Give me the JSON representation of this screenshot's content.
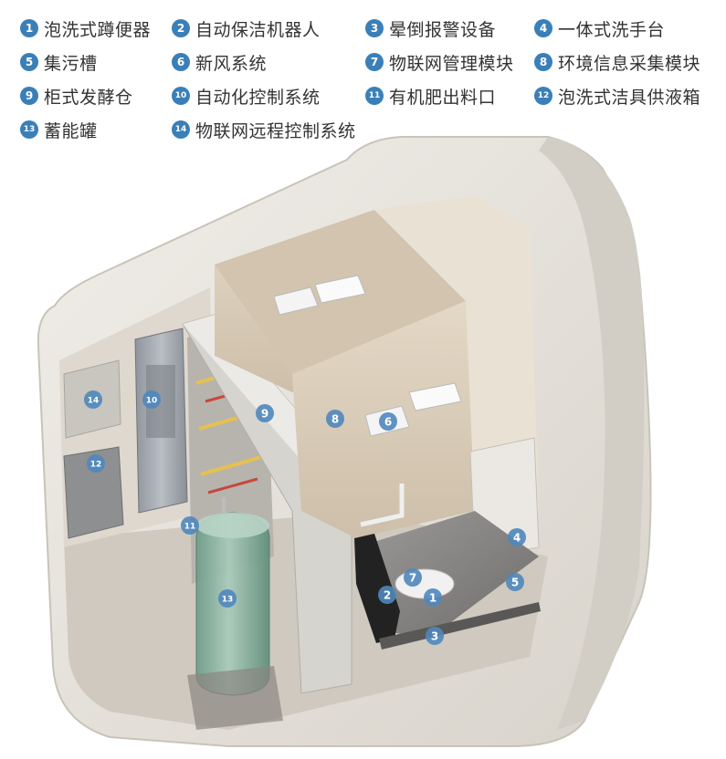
{
  "legend": {
    "items": [
      {
        "num": "1",
        "label": "泡洗式蹲便器"
      },
      {
        "num": "2",
        "label": "自动保洁机器人"
      },
      {
        "num": "3",
        "label": "晕倒报警设备"
      },
      {
        "num": "4",
        "label": "一体式洗手台"
      },
      {
        "num": "5",
        "label": "集污槽"
      },
      {
        "num": "6",
        "label": "新风系统"
      },
      {
        "num": "7",
        "label": "物联网管理模块"
      },
      {
        "num": "8",
        "label": "环境信息采集模块"
      },
      {
        "num": "9",
        "label": "柜式发酵仓"
      },
      {
        "num": "10",
        "label": "自动化控制系统"
      },
      {
        "num": "11",
        "label": "有机肥出料口"
      },
      {
        "num": "12",
        "label": "泡洗式洁具供液箱"
      },
      {
        "num": "13",
        "label": "蓄能罐"
      },
      {
        "num": "14",
        "label": "物联网远程控制系统"
      }
    ]
  },
  "markers": [
    "1",
    "2",
    "3",
    "4",
    "5",
    "6",
    "7",
    "8",
    "9",
    "10",
    "11",
    "12",
    "13",
    "14"
  ],
  "colors": {
    "marker": "#4f87bd",
    "legend_number": "#3a7fb8",
    "shell": "#e8e4de",
    "wall": "#d9cdb9"
  }
}
